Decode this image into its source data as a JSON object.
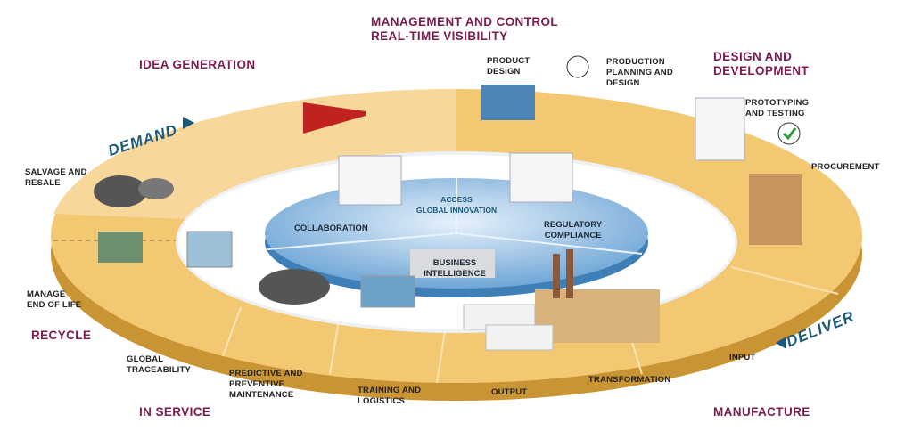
{
  "stages": {
    "management": "MANAGEMENT AND CONTROL\nREAL-TIME VISIBILITY",
    "idea_generation": "IDEA GENERATION",
    "design_development": "DESIGN AND\nDEVELOPMENT",
    "recycle": "RECYCLE",
    "in_service": "IN SERVICE",
    "manufacture": "MANUFACTURE"
  },
  "flows": {
    "demand": "DEMAND",
    "deliver": "DELIVER"
  },
  "steps": {
    "product_design": "PRODUCT\nDESIGN",
    "production_planning": "PRODUCTION\nPLANNING AND\nDESIGN",
    "prototyping": "PROTOTYPING\nAND TESTING",
    "procurement": "PROCUREMENT",
    "salvage": "SALVAGE AND\nRESALE",
    "end_of_life": "MANAGE\nEND OF LIFE",
    "traceability": "GLOBAL\nTRACEABILITY",
    "maintenance": "PREDICTIVE AND\nPREVENTIVE\nMAINTENANCE",
    "training": "TRAINING AND\nLOGISTICS",
    "output": "OUTPUT",
    "transformation": "TRANSFORMATION",
    "input": "INPUT"
  },
  "center": {
    "access": "ACCESS\nGLOBAL INNOVATION",
    "collaboration": "COLLABORATION",
    "regulatory": "REGULATORY\nCOMPLIANCE",
    "business": "BUSINESS\nINTELLIGENCE"
  },
  "colors": {
    "stage": "#7d1a4e",
    "flow": "#1b5a7c",
    "ring": "#f2c46e",
    "disc": "#7fb0dc"
  }
}
